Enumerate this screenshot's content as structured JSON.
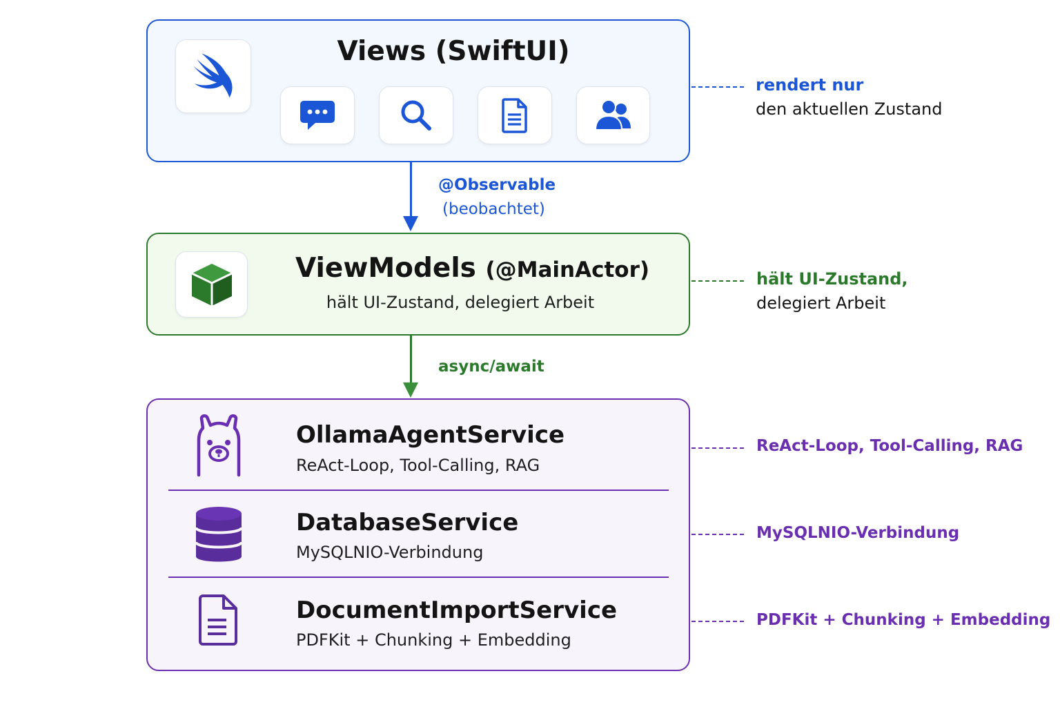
{
  "colors": {
    "views": "#1a56d6",
    "viewmodels": "#2b7a2b",
    "services": "#6a2fb0"
  },
  "views_layer": {
    "title": "Views (SwiftUI)",
    "logo_icon": "swift-logo-icon",
    "tiles": [
      "chat-bubble-icon",
      "search-icon",
      "document-icon",
      "users-icon"
    ],
    "note": {
      "line1": "rendert nur",
      "line2": "den aktuellen Zustand"
    }
  },
  "edge_views_viewmodels": {
    "line1": "@Observable",
    "line2": "(beobachtet)"
  },
  "viewmodels_layer": {
    "title": "ViewModels",
    "title_suffix": "(@MainActor)",
    "description": "hält UI-Zustand, delegiert Arbeit",
    "icon": "cube-icon",
    "note": {
      "line1": "hält UI-Zustand,",
      "line2": "delegiert Arbeit"
    }
  },
  "edge_viewmodels_services": {
    "label": "async/await"
  },
  "services_layer": {
    "services": [
      {
        "name": "OllamaAgentService",
        "description": "ReAct-Loop, Tool-Calling, RAG",
        "icon": "llama-icon",
        "note": "ReAct-Loop, Tool-Calling, RAG"
      },
      {
        "name": "DatabaseService",
        "description": "MySQLNIO-Verbindung",
        "icon": "database-icon",
        "note": "MySQLNIO-Verbindung"
      },
      {
        "name": "DocumentImportService",
        "description": "PDFKit + Chunking + Embedding",
        "icon": "file-text-icon",
        "note": "PDFKit + Chunking + Embedding"
      }
    ]
  }
}
